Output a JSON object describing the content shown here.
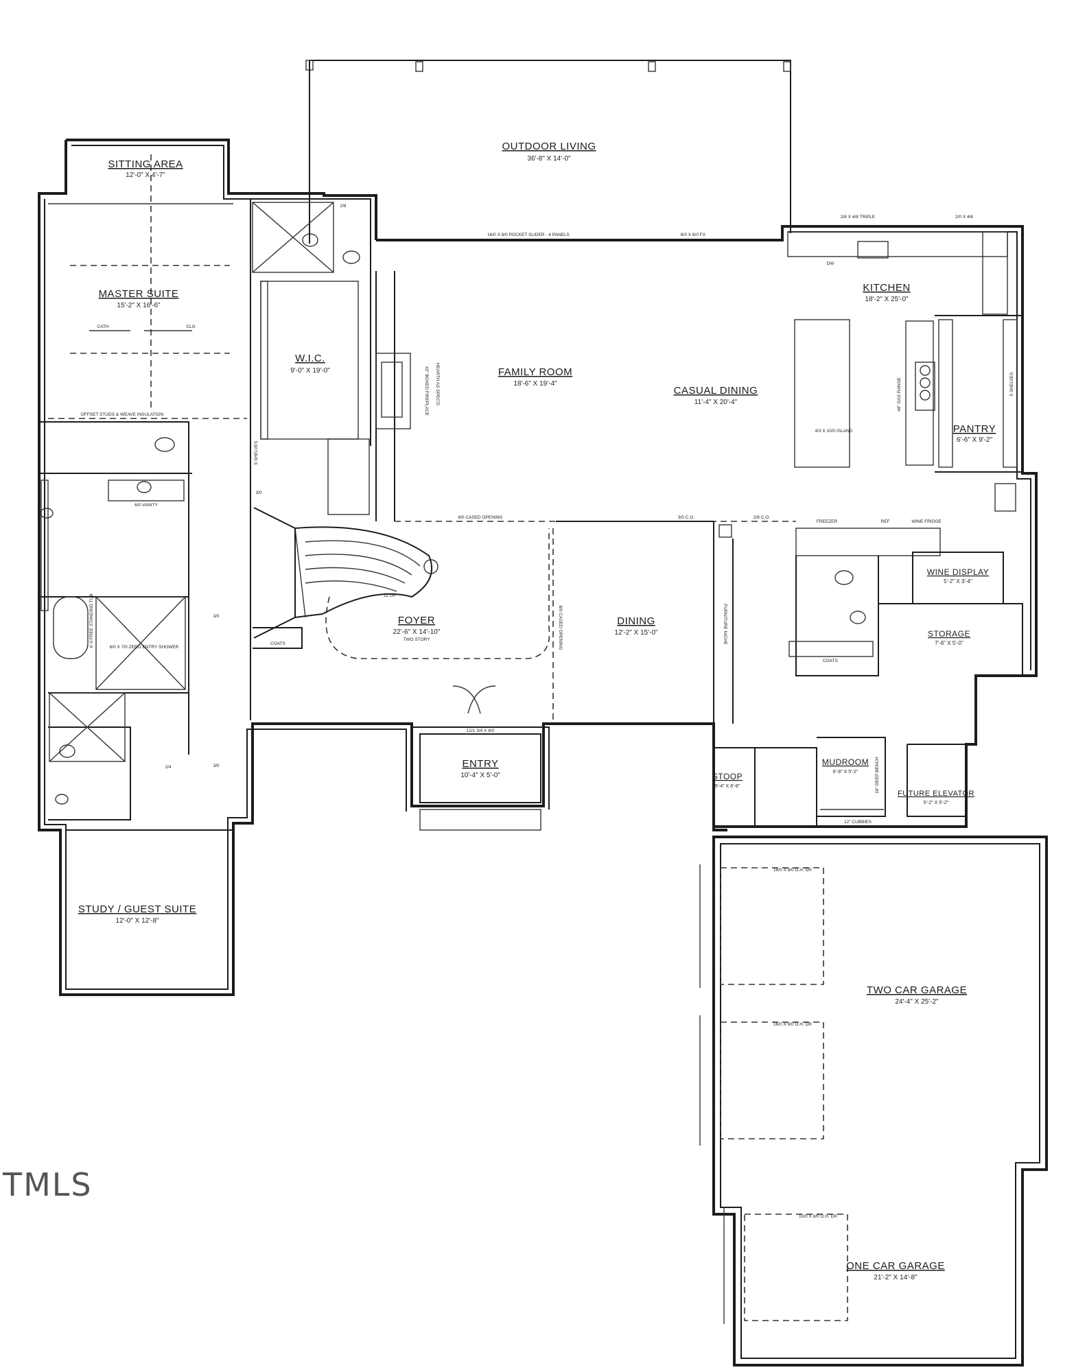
{
  "watermark": "TMLS",
  "rooms": {
    "outdoor_living": {
      "name": "OUTDOOR LIVING",
      "dim": "36'-8\" X 14'-0\""
    },
    "sitting_area": {
      "name": "SITTING AREA",
      "dim": "12'-0\" X 4'-7\""
    },
    "master_suite": {
      "name": "MASTER SUITE",
      "dim": "15'-2\" X 16'-6\""
    },
    "wic": {
      "name": "W.I.C.",
      "dim": "9'-0\" X 19'-0\""
    },
    "family_room": {
      "name": "FAMILY ROOM",
      "dim": "18'-6\" X 19'-4\""
    },
    "casual_dining": {
      "name": "CASUAL DINING",
      "dim": "11'-4\" X 20'-4\""
    },
    "kitchen": {
      "name": "KITCHEN",
      "dim": "18'-2\" X 25'-0\""
    },
    "pantry": {
      "name": "PANTRY",
      "dim": "6'-6\" X 9'-2\""
    },
    "foyer": {
      "name": "FOYER",
      "dim": "22'-6\" X 14'-10\"",
      "sub": "TWO STORY"
    },
    "dining": {
      "name": "DINING",
      "dim": "12'-2\" X 15'-0\""
    },
    "wine_display": {
      "name": "WINE DISPLAY",
      "dim": "5'-2\" X 3'-4\""
    },
    "storage": {
      "name": "STORAGE",
      "dim": "7'-6\" X 5'-0\""
    },
    "entry": {
      "name": "ENTRY",
      "dim": "10'-4\" X 5'-0\""
    },
    "stoop": {
      "name": "STOOP",
      "dim": "5'-4\" X 6'-8\""
    },
    "mudroom": {
      "name": "MUDROOM",
      "dim": "6'-8\" X 5'-2\""
    },
    "future_elevator": {
      "name": "FUTURE ELEVATOR",
      "dim": "5'-2\" X 5'-2\""
    },
    "study": {
      "name": "STUDY / GUEST SUITE",
      "dim": "12'-0\" X 12'-8\""
    },
    "two_car_garage": {
      "name": "TWO CAR GARAGE",
      "dim": "24'-4\" X 25'-2\""
    },
    "one_car_garage": {
      "name": "ONE CAR GARAGE",
      "dim": "21'-2\" X 14'-8\""
    }
  },
  "notes": {
    "pocket_slider": "16/0 X 8/0 POCKET SLIDER - 4 PANELS",
    "fx_window": "6/0 X 8/0 FX",
    "triple_window": "2/8 X 4/8 TRIPLE",
    "window_2x4": "2/0 X 4/6",
    "fireplace": "42\" BOXED FIREPLACE",
    "hearth": "HEARTH AS SPEC'D",
    "island": "4/3 X 10/0 ISLAND",
    "gas_range": "48\" GAS RANGE",
    "offset_studs": "OFFSET STUDS & WEAVE INSULATION",
    "cased_opening": "8/0 CASED OPENING",
    "cased_opening_dining": "8/0 CASED OPENING",
    "co_3": "3/0 C.O.",
    "co_2": "2/8 C.O.",
    "freezer": "FREEZER",
    "ref": "REF",
    "wine_fridge": "WINE FRIDGE",
    "vanity": "6/0 VANITY",
    "coats": "COATS",
    "front_door": "12/1 3/4 X 8/0",
    "garage_door_1": "16/0 X 8/0 O.H. DR",
    "garage_door_2": "16/0 X 8/0 O.H. DR",
    "garage_door_3": "10/0 X 8/0 O.H. DR",
    "cubbies": "12\" CUBBIES",
    "bench": "16\" DEEP BENCH",
    "furniture_niche": "FURNITURE NICHE",
    "shower": "6/0 X 7/0 ZERO ENTRY SHOWER",
    "tub": "6'-0 FREE STANDING TUB",
    "dw": "DW",
    "shelves": "5 SHELVES",
    "cath": "CATH",
    "clg": "CLG",
    "door_310": "3/0",
    "door_28": "2/8",
    "door_24": "2/4",
    "up": "12 UP"
  }
}
